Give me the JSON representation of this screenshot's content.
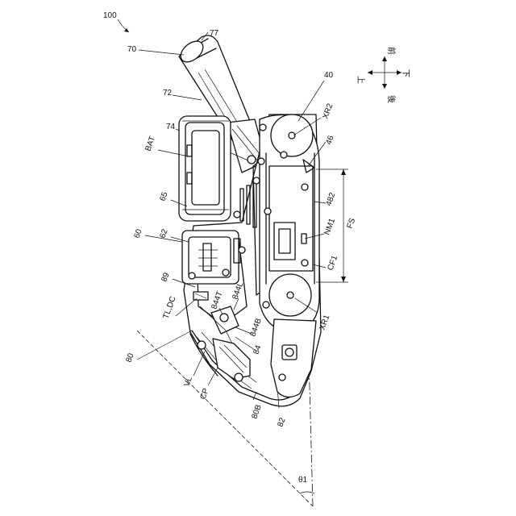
{
  "labels": {
    "ref_100": "100",
    "ref_77": "77",
    "ref_70": "70",
    "ref_72": "72",
    "ref_74": "74",
    "ref_bat": "BAT",
    "ref_65": "65",
    "ref_60": "60",
    "ref_62": "62",
    "ref_89": "89",
    "ref_tldc": "TL,DC",
    "ref_80": "80",
    "ref_vl": "VL",
    "ref_cp": "CP",
    "ref_80b": "80B",
    "ref_82": "82",
    "ref_84": "84",
    "ref_844b": "844B",
    "ref_844t": "844T",
    "ref_844l": "844L",
    "ref_40": "40",
    "ref_xr2": "XR2",
    "ref_46": "46",
    "ref_482": "482",
    "ref_fs": "FS",
    "ref_nm1": "NM1",
    "ref_cf1": "CF1",
    "ref_xr1": "XR1",
    "ref_theta1": "θ1"
  },
  "compass": {
    "up": "上",
    "down": "下",
    "front": "前",
    "rear": "後"
  }
}
